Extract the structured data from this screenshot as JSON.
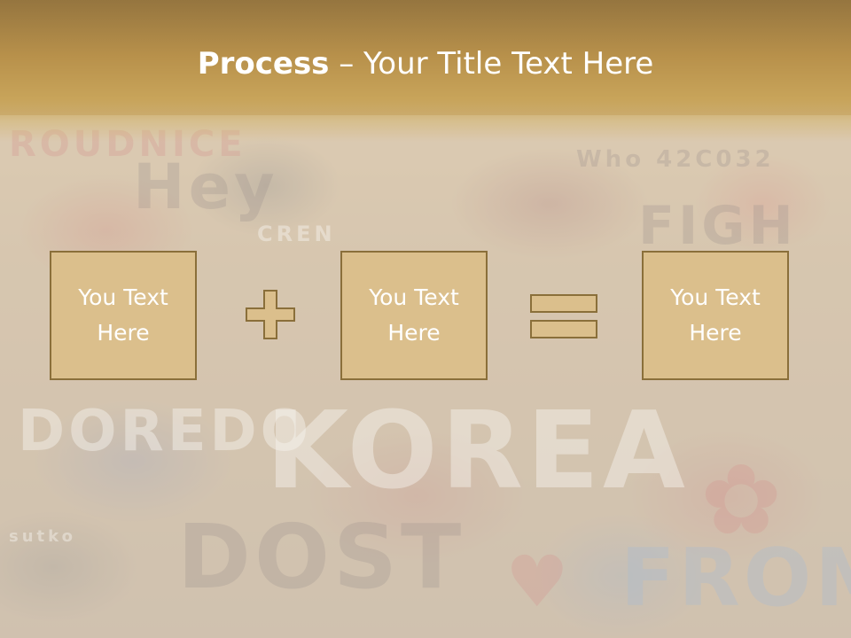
{
  "title": {
    "bold": "Process",
    "rest": " – Your Title Text Here"
  },
  "boxes": [
    {
      "line1": "You Text",
      "line2": "Here"
    },
    {
      "line1": "You Text",
      "line2": "Here"
    },
    {
      "line1": "You Text",
      "line2": "Here"
    }
  ],
  "operators": {
    "plus": "plus-icon",
    "equals": "equals-icon"
  },
  "colors": {
    "header": "#b8914b",
    "box_fill": "#dbbf8c",
    "box_border": "#8a6f3a",
    "text": "#ffffff"
  }
}
